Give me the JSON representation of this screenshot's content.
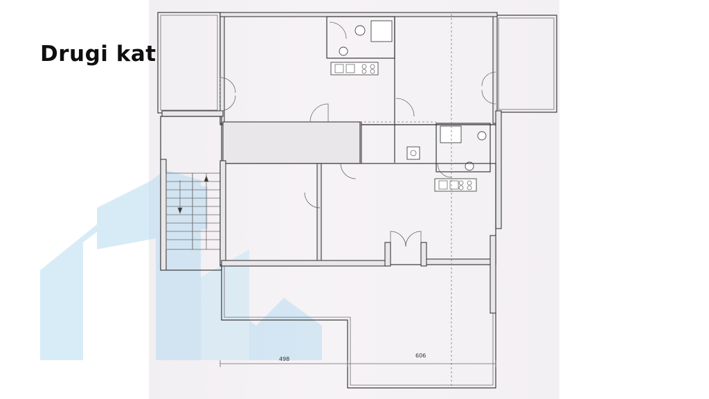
{
  "title": "Drugi kat",
  "dimensions": {
    "left": "498",
    "right": "606"
  },
  "colors": {
    "paper": "#f4f1f5",
    "wall": "#3a3a3a",
    "watermark": "#cfe6f4"
  },
  "watermark": {
    "shape": "house-logo"
  }
}
